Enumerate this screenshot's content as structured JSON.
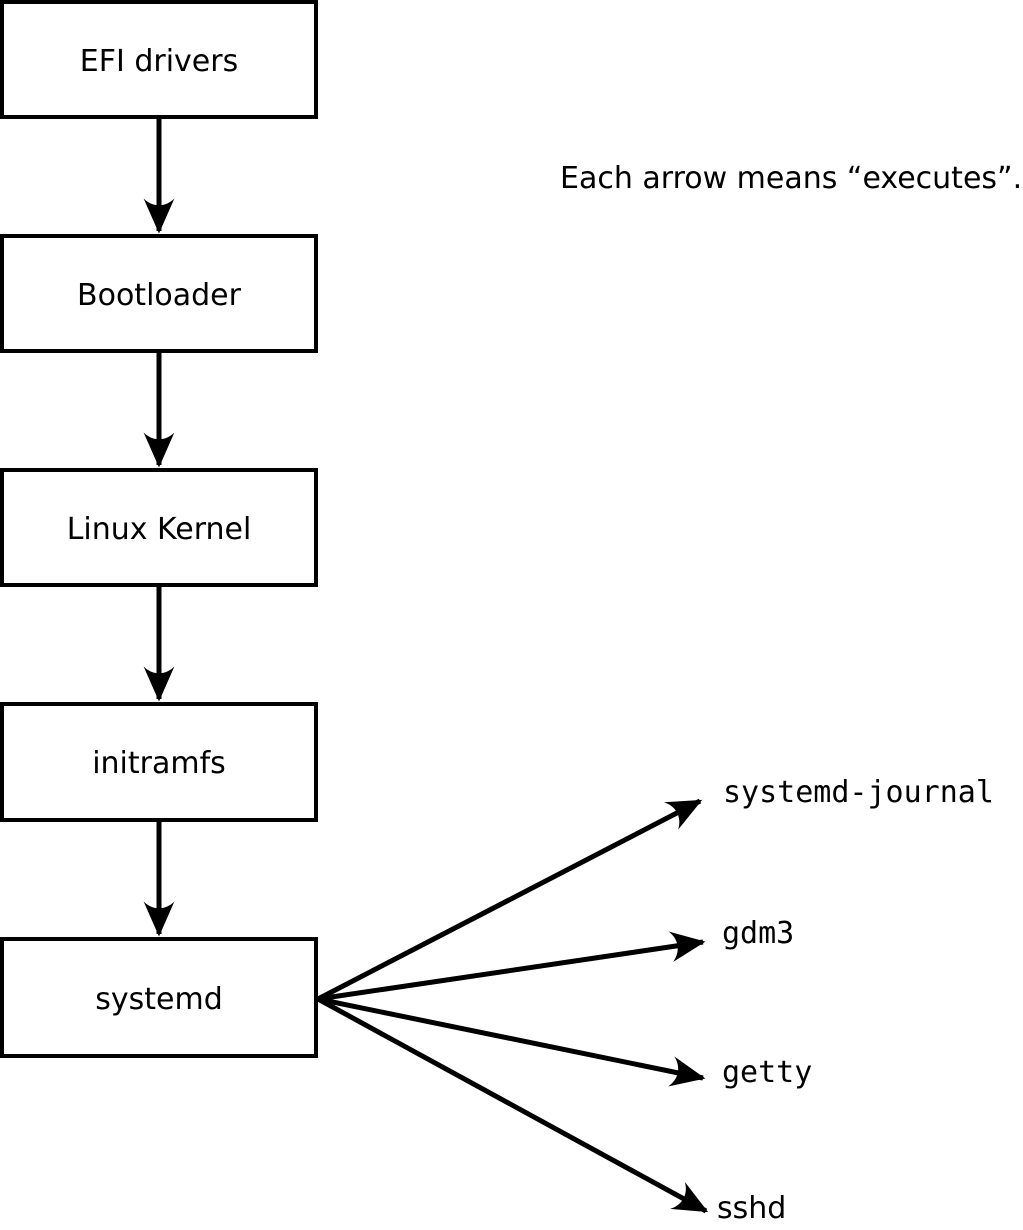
{
  "diagram": {
    "caption": "Each arrow means “executes”.",
    "colors": {
      "background": "#ffffff",
      "stroke": "#000000",
      "box_fill": "#ffffff",
      "text": "#000000"
    },
    "chain": [
      {
        "label": "EFI drivers"
      },
      {
        "label": "Bootloader"
      },
      {
        "label": "Linux Kernel"
      },
      {
        "label": "initramfs"
      },
      {
        "label": "systemd"
      }
    ],
    "spawned": [
      {
        "label": "systemd-journal"
      },
      {
        "label": "gdm3"
      },
      {
        "label": "getty"
      },
      {
        "label": "sshd"
      }
    ]
  }
}
